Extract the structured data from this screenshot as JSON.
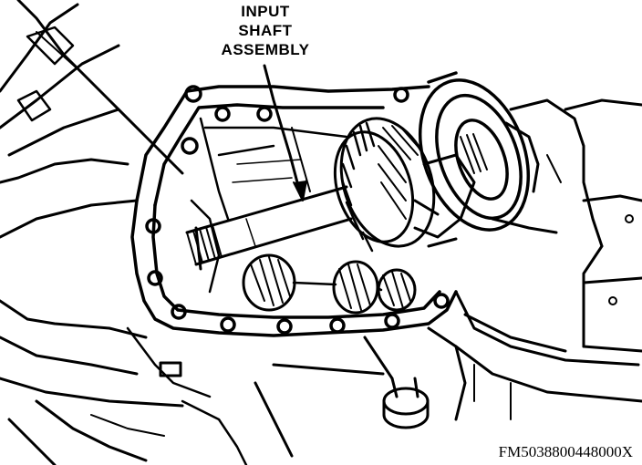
{
  "callout": {
    "line1": "INPUT",
    "line2": "SHAFT",
    "line3": "ASSEMBLY"
  },
  "figure_id": "FM5038800448000X",
  "colors": {
    "ink": "#000000",
    "paper": "#ffffff"
  }
}
